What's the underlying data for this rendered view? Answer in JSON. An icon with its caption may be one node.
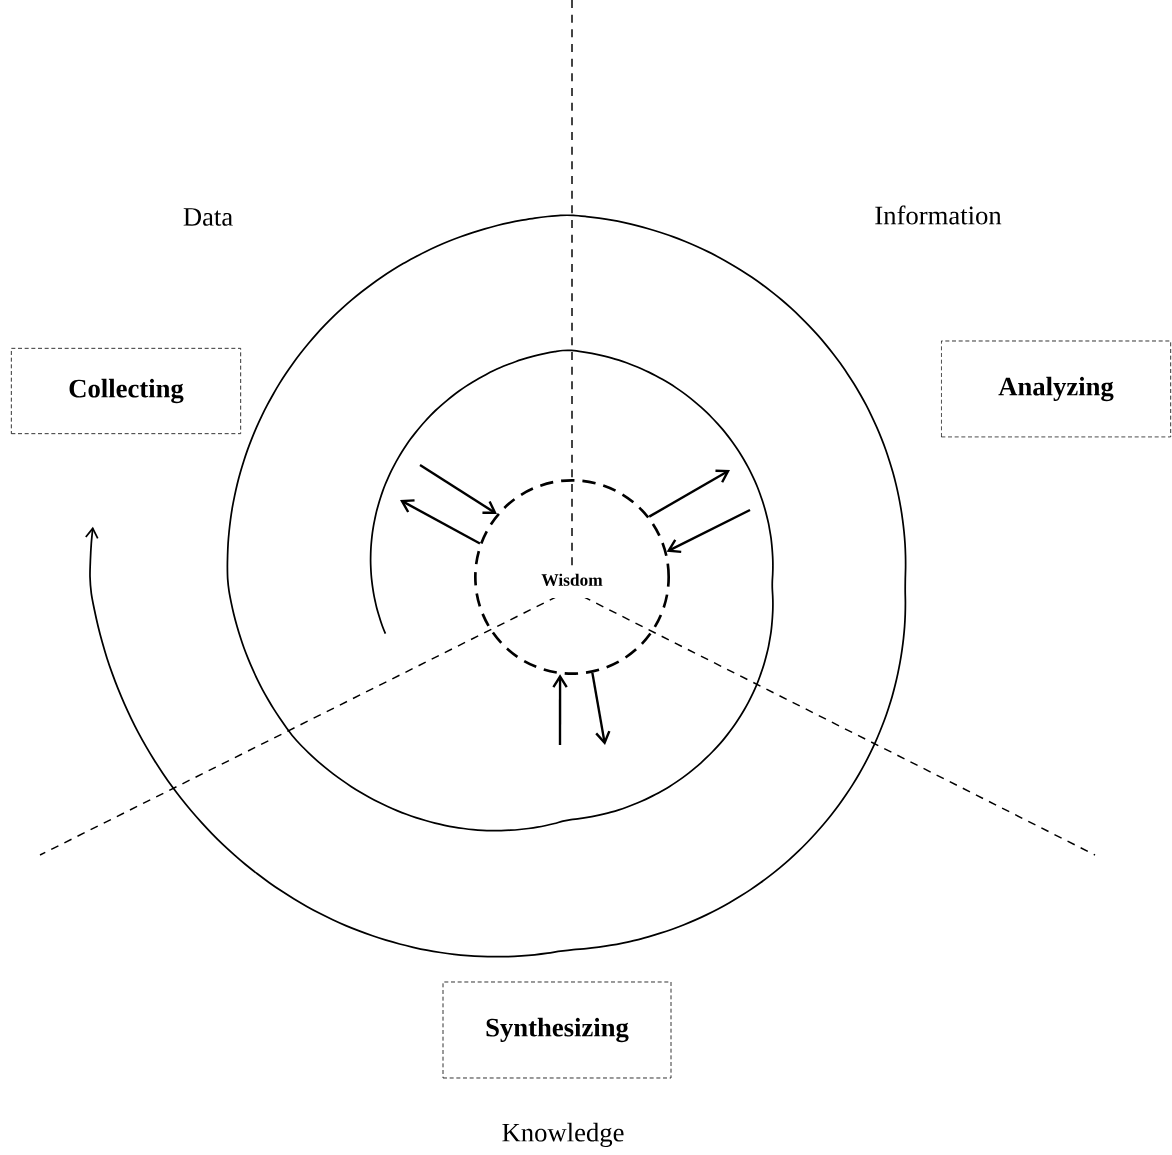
{
  "diagram": {
    "nodes": [
      {
        "text": [
          "Collecting"
        ]
      },
      {
        "text": [
          "Analyzing"
        ]
      },
      {
        "text": [
          "Synthesizing"
        ]
      },
      {
        "text": [
          "Wisdom"
        ]
      }
    ],
    "edges": [
      {
        "from": null,
        "to": 3,
        "arrow": "to"
      },
      {
        "from": 3,
        "to": null,
        "arrow": "to"
      },
      {
        "from": 3,
        "to": null,
        "arrow": "to"
      },
      {
        "from": null,
        "to": 3,
        "arrow": "to"
      },
      {
        "from": null,
        "to": 3,
        "arrow": "to"
      },
      {
        "from": 3,
        "to": null,
        "arrow": "to"
      }
    ],
    "labels": [
      "Data",
      "Information",
      "Knowledge"
    ]
  }
}
